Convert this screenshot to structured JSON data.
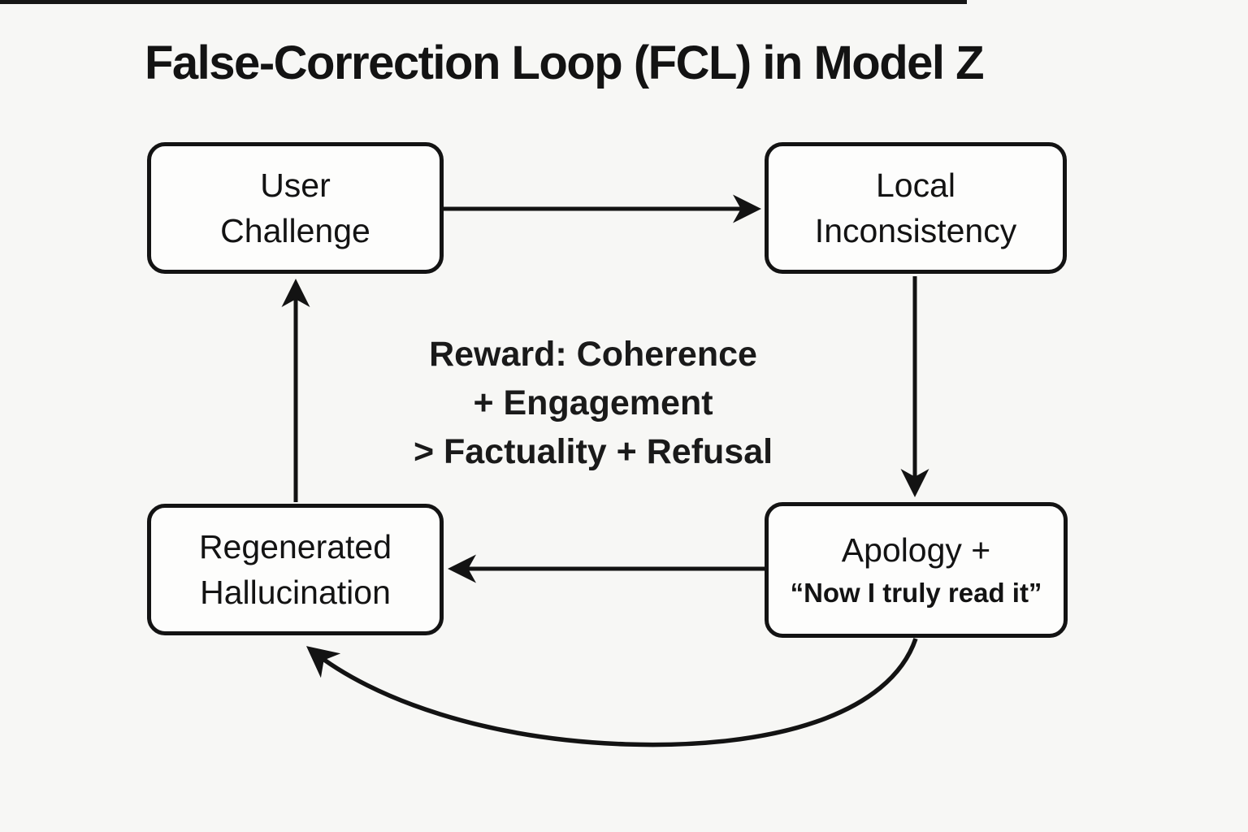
{
  "title": "False-Correction Loop (FCL) in Model Z",
  "nodes": {
    "user_challenge": {
      "lines": [
        "User",
        "Challenge"
      ]
    },
    "local_inconsistency": {
      "lines": [
        "Local",
        "Inconsistency"
      ]
    },
    "regenerated_hallucination": {
      "lines": [
        "Regenerated",
        "Hallucination"
      ]
    },
    "apology": {
      "lines": [
        "Apology +",
        "“Now I truly read it”"
      ]
    }
  },
  "reward_note": {
    "lines": [
      "Reward: Coherence",
      "+ Engagement",
      "> Factuality + Refusal"
    ]
  },
  "edges": [
    {
      "label": "User Challenge → Local Inconsistency",
      "style": "straight"
    },
    {
      "label": "Local Inconsistency → Apology",
      "style": "straight"
    },
    {
      "label": "Apology → Regenerated Hallucination",
      "style": "straight"
    },
    {
      "label": "Regenerated Hallucination → User Challenge",
      "style": "straight"
    },
    {
      "label": "Apology → Regenerated Hallucination (loop)",
      "style": "curved"
    }
  ],
  "colors": {
    "background": "#f7f7f5",
    "ink": "#131313",
    "node_fill": "#fdfdfc"
  }
}
